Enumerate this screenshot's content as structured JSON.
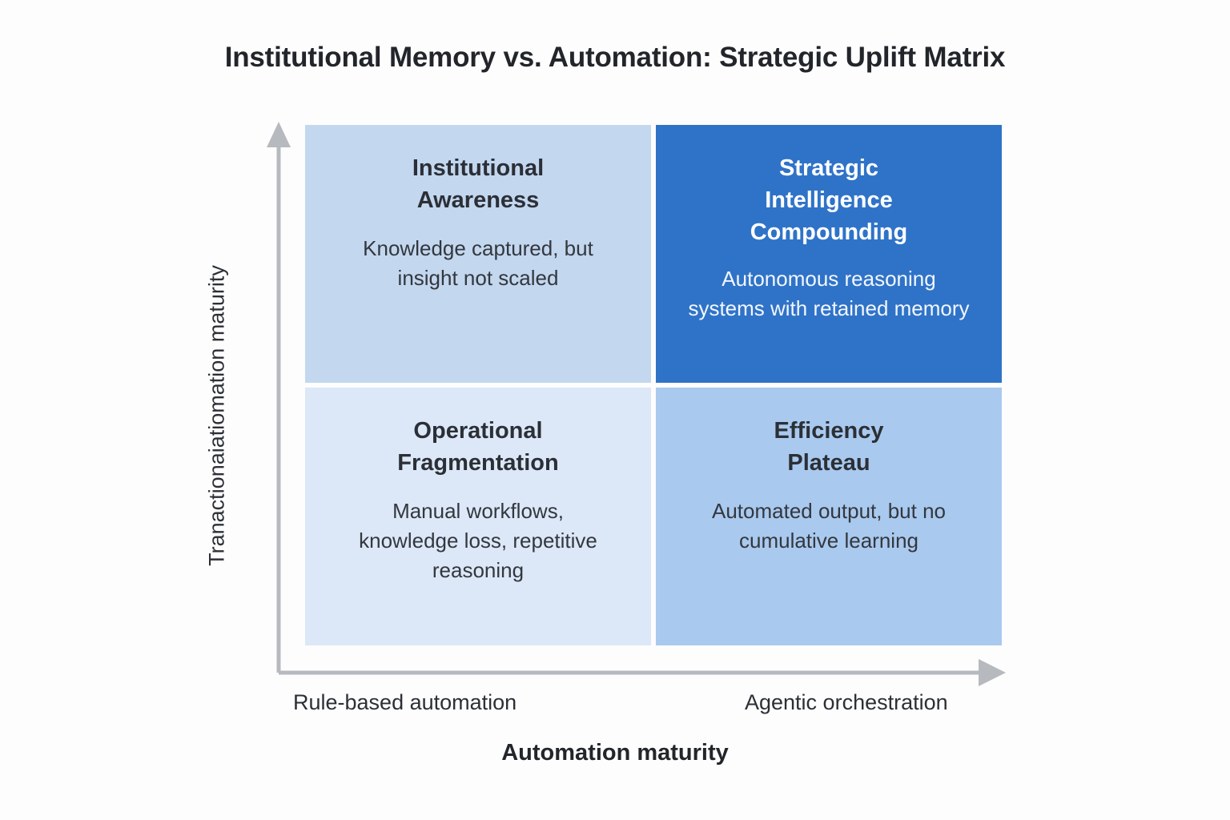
{
  "chart_data": {
    "type": "matrix",
    "title": "Institutional Memory vs. Automation: Strategic Uplift Matrix",
    "xlabel": "Automation maturity",
    "ylabel": "Tranactionaiatiomation maturity",
    "x_ticks": [
      "Rule-based automation",
      "Agentic orchestration"
    ],
    "grid": false,
    "legend": "none",
    "axis_arrow_color": "#b0b4bb",
    "quadrants": [
      {
        "position": "top-left",
        "title": "Institutional Awareness",
        "description": "Knowledge captured, but insight not scaled",
        "fill": "#c3d7ef",
        "text_color": "#2b2f36"
      },
      {
        "position": "top-right",
        "title": "Strategic Intelligence Compounding",
        "description": "Autonomous reasoning systems with retained memory",
        "fill": "#2f73c8",
        "text_color": "#ffffff"
      },
      {
        "position": "bottom-left",
        "title": "Operational Fragmentation",
        "description": "Manual workflows, knowledge loss, repetitive reasoning",
        "fill": "#dce8f8",
        "text_color": "#2b2f36"
      },
      {
        "position": "bottom-right",
        "title": "Efficiency Plateau",
        "description": "Automated output, but no cumulative learning",
        "fill": "#a9c9ee",
        "text_color": "#2b2f36"
      }
    ]
  },
  "page": {
    "background": "#fdfdfd"
  }
}
